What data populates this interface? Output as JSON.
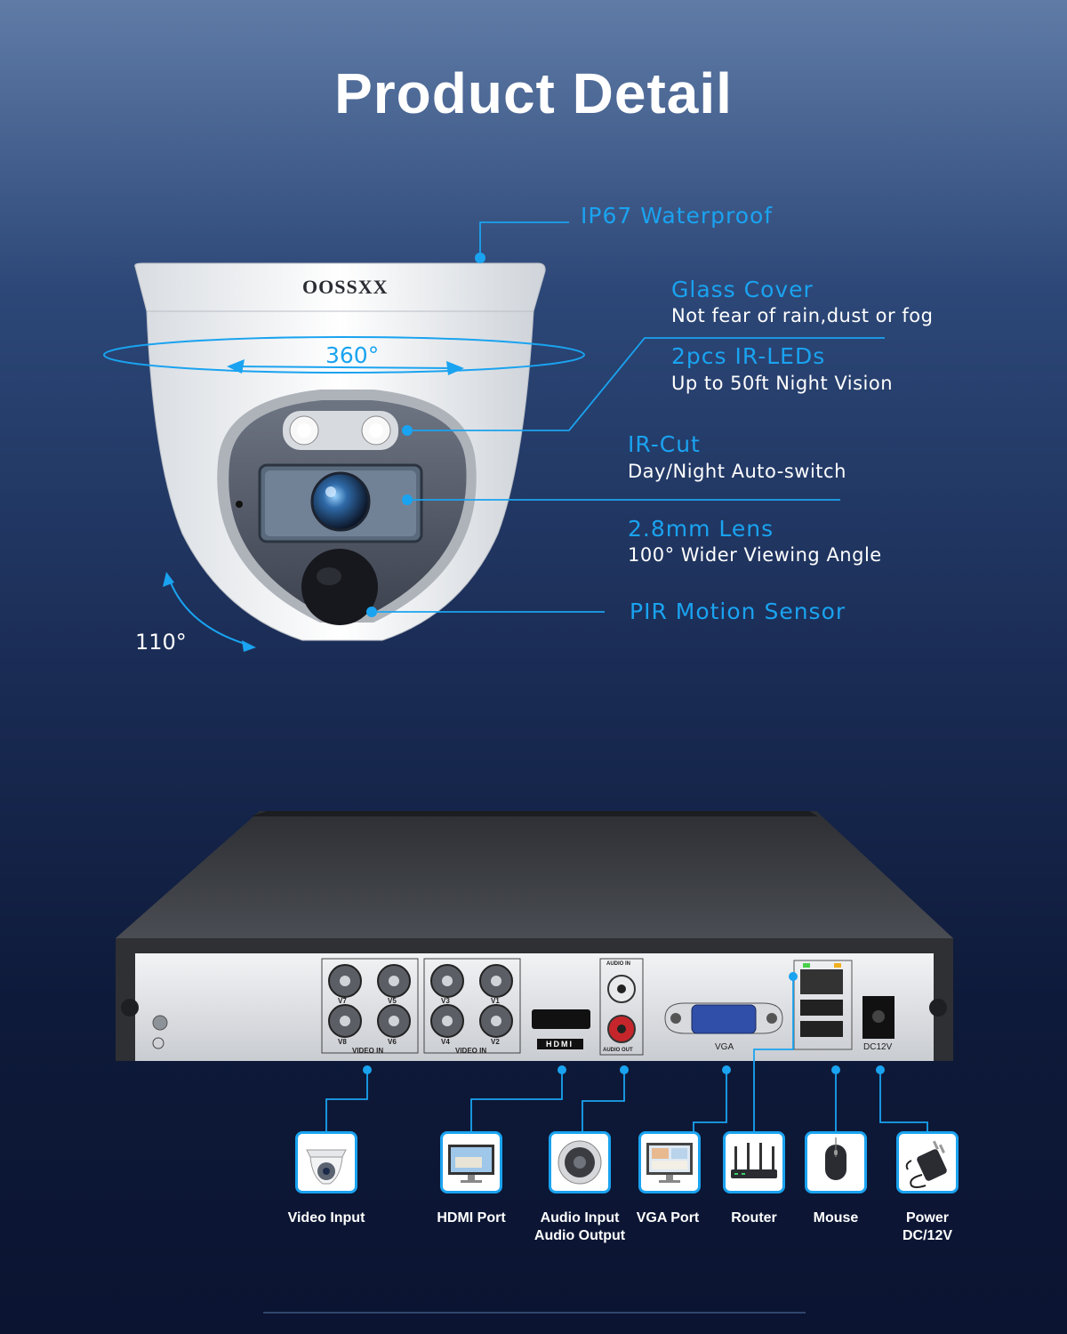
{
  "page": {
    "title": "Product Detail"
  },
  "camera": {
    "brand": "OOSSXX",
    "rotation_label": "360°",
    "tilt_label": "110°"
  },
  "features": [
    {
      "title": "IP67 Waterproof",
      "subtitle": ""
    },
    {
      "title": "Glass Cover",
      "subtitle": "Not fear of rain,dust or fog"
    },
    {
      "title": "2pcs IR-LEDs",
      "subtitle": "Up to 50ft Night Vision"
    },
    {
      "title": "IR-Cut",
      "subtitle": "Day/Night Auto-switch"
    },
    {
      "title": "2.8mm Lens",
      "subtitle": "100° Wider Viewing Angle"
    },
    {
      "title": "PIR Motion Sensor",
      "subtitle": ""
    }
  ],
  "dvr_panel": {
    "video_in": "VIDEO IN",
    "channels": [
      "V7",
      "V5",
      "V8",
      "V6",
      "V3",
      "V1",
      "V4",
      "V2"
    ],
    "hdmi": "HDMI",
    "audio_in": "AUDIO IN",
    "audio_out": "AUDIO OUT",
    "vga": "VGA",
    "dc": "DC12V"
  },
  "ports": [
    {
      "label": "Video Input",
      "icon": "dome-camera-icon"
    },
    {
      "label": "HDMI Port",
      "icon": "monitor-icon"
    },
    {
      "label": "Audio Input\nAudio Output",
      "icon": "speaker-icon"
    },
    {
      "label": "VGA Port",
      "icon": "vga-monitor-icon"
    },
    {
      "label": "Router",
      "icon": "router-icon"
    },
    {
      "label": "Mouse",
      "icon": "mouse-icon"
    },
    {
      "label": "Power\nDC/12V",
      "icon": "power-adapter-icon"
    }
  ],
  "colors": {
    "accent": "#1aa3f0",
    "text": "#ffffff"
  }
}
